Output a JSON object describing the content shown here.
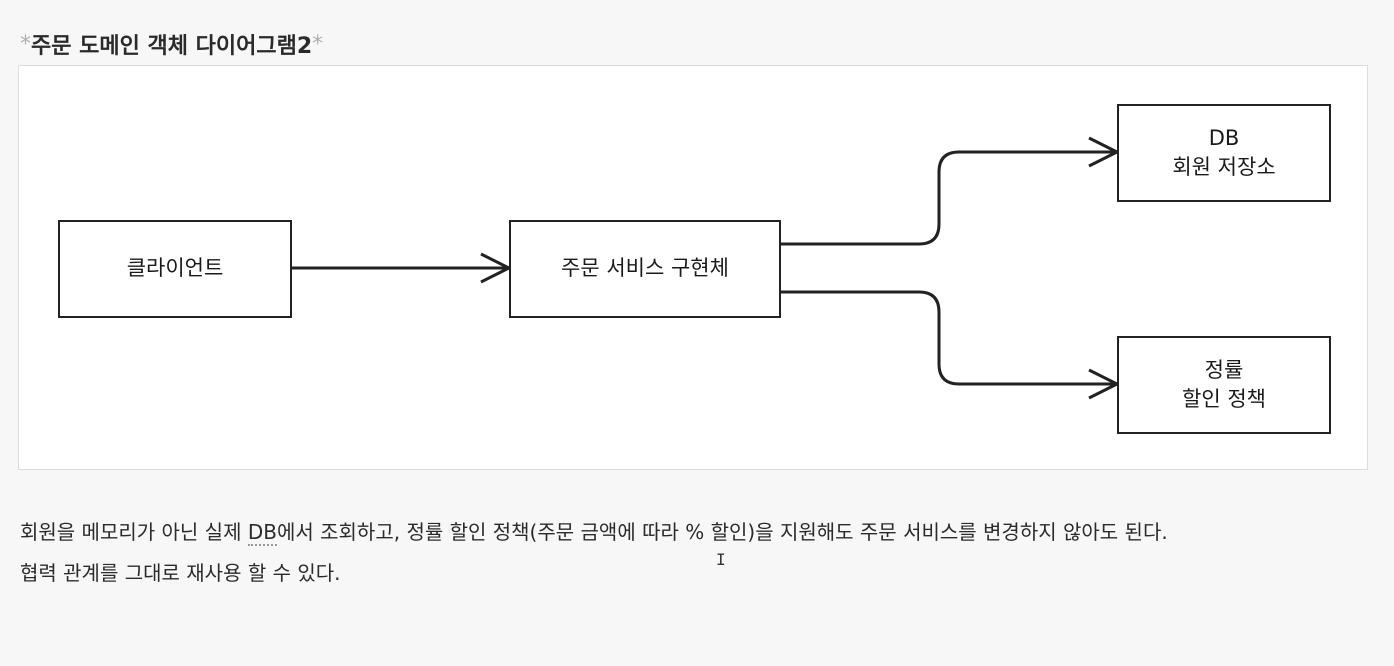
{
  "heading": {
    "star_left": "*",
    "title": "주문 도메인 객체 다이어그램2",
    "star_right": "*"
  },
  "diagram": {
    "nodes": {
      "client": {
        "lines": [
          "클라이언트"
        ]
      },
      "order_service": {
        "lines": [
          "주문 서비스 구현체"
        ]
      },
      "db_repo": {
        "lines": [
          "DB",
          "회원 저장소"
        ]
      },
      "discount": {
        "lines": [
          "정률",
          "할인 정책"
        ]
      }
    }
  },
  "body": {
    "paragraph1_before": "회원을 메모리가 아닌 실제 ",
    "paragraph1_db": "DB",
    "paragraph1_after": "에서 조회하고, 정률 할인 정책(주문 금액에 따라 % 할인)을 지원해도 주문 서비스를 변경하지 않아도 된다.",
    "paragraph2": "협력 관계를 그대로 재사용 할 수 있다."
  },
  "colors": {
    "stroke": "#222222",
    "frame_border": "#dcdcdc",
    "background": "#f7f7f7"
  }
}
